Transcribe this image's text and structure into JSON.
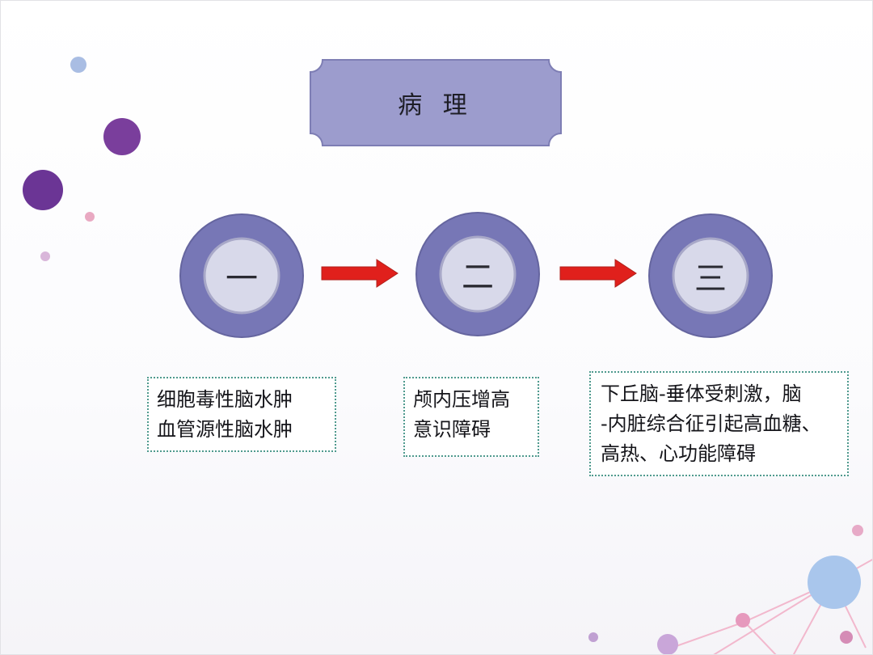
{
  "title": "病 理",
  "stages": [
    {
      "number": "一",
      "description": [
        "细胞毒性脑水肿",
        "血管源性脑水肿"
      ]
    },
    {
      "number": "二",
      "description": [
        "颅内压增高",
        "意识障碍"
      ]
    },
    {
      "number": "三",
      "description": [
        "下丘脑-垂体受刺激，脑",
        "-内脏综合征引起高血糖、",
        "高热、心功能障碍"
      ]
    }
  ],
  "colors": {
    "title_fill": "#9c9ccd",
    "circle_outer": "#7777b6",
    "circle_inner": "#d8d9ea",
    "arrow": "#e0201c",
    "dotted_border": "#4f9a8e"
  }
}
